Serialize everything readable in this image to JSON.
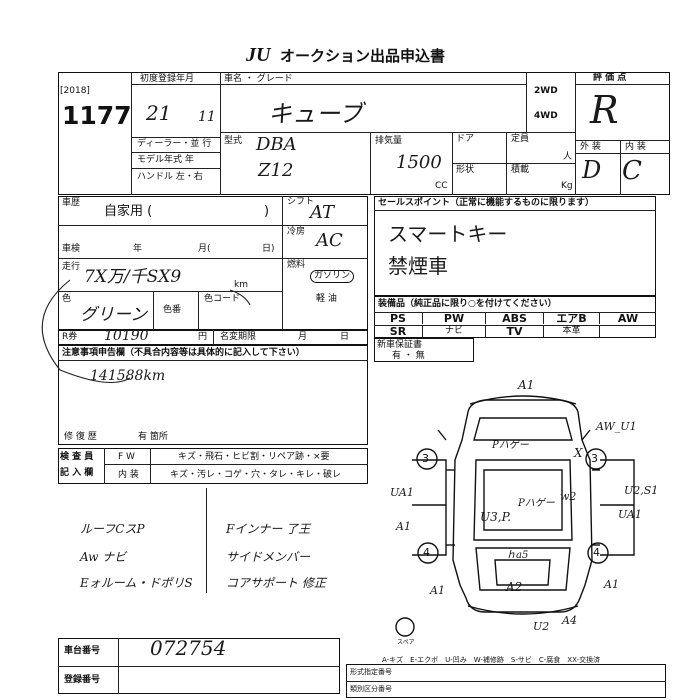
{
  "header": {
    "logo": "JU",
    "title": "オークション出品申込書"
  },
  "left_top": {
    "year_code": "2018",
    "lot_number": "1177",
    "first_reg_label": "初度登録年月",
    "first_reg_year": "21",
    "first_reg_month": "11",
    "dealer_label": "ディーラー・並 行",
    "model_year_label": "モデル年式 年",
    "handle_label": "ハンドル 左・右"
  },
  "vehicle": {
    "name_grade_label": "車名 ・ グレード",
    "name_value": "キューブ",
    "type_label": "型式",
    "type_value_1": "DBA",
    "type_value_2": "Z12",
    "drive_2wd": "2WD",
    "drive_4wd": "4WD",
    "displacement_label": "排気量",
    "displacement_value": "1500",
    "displacement_unit": "CC",
    "door_label": "ドア",
    "shape_label": "形状",
    "capacity_label": "定員",
    "capacity_unit": "人",
    "load_label": "積載",
    "load_unit": "Kg"
  },
  "rating": {
    "label": "評 価 点",
    "value": "R",
    "exterior_label": "外 装",
    "interior_label": "内 装",
    "exterior_value": "D",
    "interior_value": "C"
  },
  "use": {
    "label": "車歴",
    "value": "自家用 (",
    "close_paren": ")",
    "shift_label": "シフト",
    "shift_value": "AT",
    "ac_label": "冷房",
    "ac_value": "AC",
    "fuel_label": "燃料",
    "fuel_value": "ガソリン",
    "light_oil_label": "軽 油",
    "inspection_label": "車検",
    "year_label": "年",
    "month_label": "月(",
    "day_label": "日)",
    "mileage_label": "走行",
    "mileage_value": "7X万/千SX9",
    "mileage_unit": "km",
    "color_label": "色",
    "color_value": "グリーン",
    "color_no_label": "色番",
    "color_code_label": "色コード",
    "recycle_label": "R券",
    "recycle_value": "10190",
    "yen_label": "円",
    "transfer_label": "名変期限",
    "month_short": "月",
    "day_short": "日"
  },
  "notes": {
    "label": "注意事項申告欄（不具合内容等は具体的に記入して下さい）",
    "value": "141588km",
    "repair_label": "修 復 歴",
    "repair_value": "有 箇所"
  },
  "inspector": {
    "label_1": "検 査 員",
    "label_2": "記 入 欄",
    "fw_label": "F W",
    "fw_options": "キズ・飛石・ヒビ割・リペア跡・×要",
    "interior_label": "内 装",
    "interior_options": "キズ・汚レ・コゲ・穴・タレ・キレ・破レ"
  },
  "sales": {
    "label": "セールスポイント（正常に機能するものに限ります）",
    "line_1": "スマートキー",
    "line_2": "禁煙車"
  },
  "equipment": {
    "label": "装備品（純正品に限り○を付けてください）",
    "row_1": [
      "PS",
      "PW",
      "ABS",
      "エアB",
      "AW"
    ],
    "row_2": [
      "SR",
      "ナビ",
      "TV",
      "本革",
      ""
    ],
    "manual_label": "新車保証書",
    "manual_value": "有 ・ 無"
  },
  "handwritten_notes": {
    "left_1": "ルーフCスP",
    "left_2": "Aw ナビ",
    "left_3": "Eォルーム・ドポリS",
    "right_1": "Fインナー 了王",
    "right_2": "サイドメンバー",
    "right_3": "コアサポート 修正"
  },
  "diagram": {
    "labels": {
      "a1_top": "A1",
      "a1_left": "A1",
      "a1_bottom_left": "A1",
      "a1_right": "A1",
      "aw_u1": "AW_U1",
      "pa_top": "Pハゲー",
      "pa_mid": "Pハゲー",
      "u_a1": "UA1",
      "u2_s1": "U2,S1",
      "u_a1_right": "UA1",
      "w2": "w2",
      "u3p": "U3,P.",
      "ha5": "ｈa5",
      "a2": "A2",
      "u2": "U2",
      "a4": "A4",
      "x_mark": "X",
      "spare": "スペア"
    },
    "circles": [
      "3",
      "3",
      "4",
      "4"
    ]
  },
  "legend": {
    "text": "A-キズ　E-エクボ　U-凹み　W-補修跡　S-サビ　C-腐食　XX-交換済",
    "sub_1": "形式指定番号",
    "sub_2": "類別区分番号"
  },
  "frame": {
    "chassis_label": "車台番号",
    "chassis_value": "072754",
    "reg_label": "登録番号"
  }
}
